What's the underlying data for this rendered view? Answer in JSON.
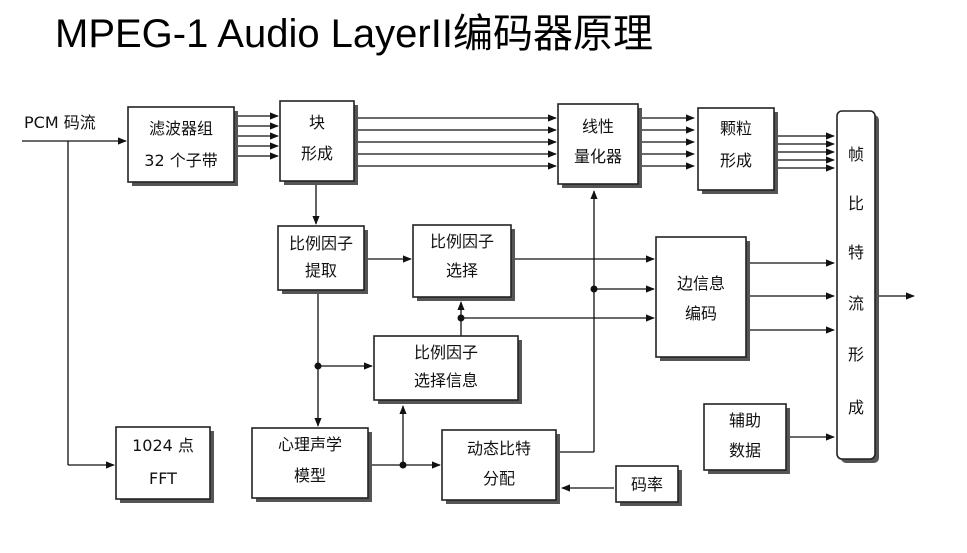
{
  "title": "MPEG-1 Audio LayerII编码器原理",
  "input_label": "PCM 码流",
  "blocks": {
    "filter_bank": {
      "line1": "滤波器组",
      "line2": "32 个子带"
    },
    "block_forming": {
      "line1": "块",
      "line2": "形成"
    },
    "linear_quantizer": {
      "line1": "线性",
      "line2": "量化器"
    },
    "granule_forming": {
      "line1": "颗粒",
      "line2": "形成"
    },
    "scale_factor_extract": {
      "line1": "比例因子",
      "line2": "提取"
    },
    "scale_factor_select": {
      "line1": "比例因子",
      "line2": "选择"
    },
    "scale_factor_select_info": {
      "line1": "比例因子",
      "line2": "选择信息"
    },
    "side_info_coding": {
      "line1": "边信息",
      "line2": "编码"
    },
    "fft": {
      "line1": "1024 点",
      "line2": "FFT"
    },
    "psychoacoustic_model": {
      "line1": "心理声学",
      "line2": "模型"
    },
    "dynamic_bit_allocation": {
      "line1": "动态比特",
      "line2": "分配"
    },
    "bit_rate": {
      "label": "码率"
    },
    "ancillary_data": {
      "line1": "辅助",
      "line2": "数据"
    },
    "bitstream_forming": {
      "chars": [
        "帧",
        "比",
        "特",
        "流",
        "形",
        "成"
      ]
    }
  }
}
